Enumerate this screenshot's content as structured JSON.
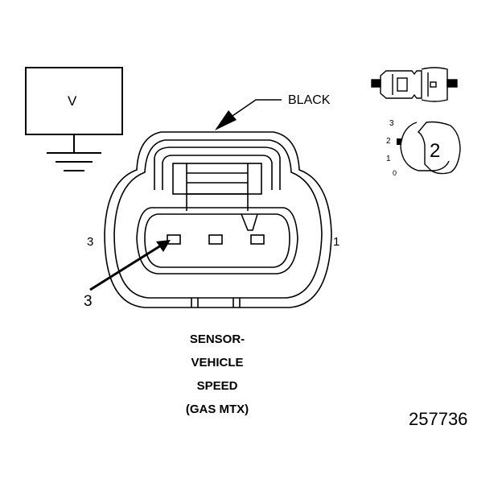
{
  "meter": {
    "label": "V"
  },
  "wire_color": "BLACK",
  "cavity_labels": {
    "left": "3",
    "right": "1",
    "pointer": "3"
  },
  "inset": {
    "scale_labels": [
      "3",
      "2",
      "1",
      "0"
    ],
    "callout": "2"
  },
  "title": [
    "SENSOR-",
    "VEHICLE",
    "SPEED",
    "(GAS MTX)"
  ],
  "figure_number": "257736"
}
